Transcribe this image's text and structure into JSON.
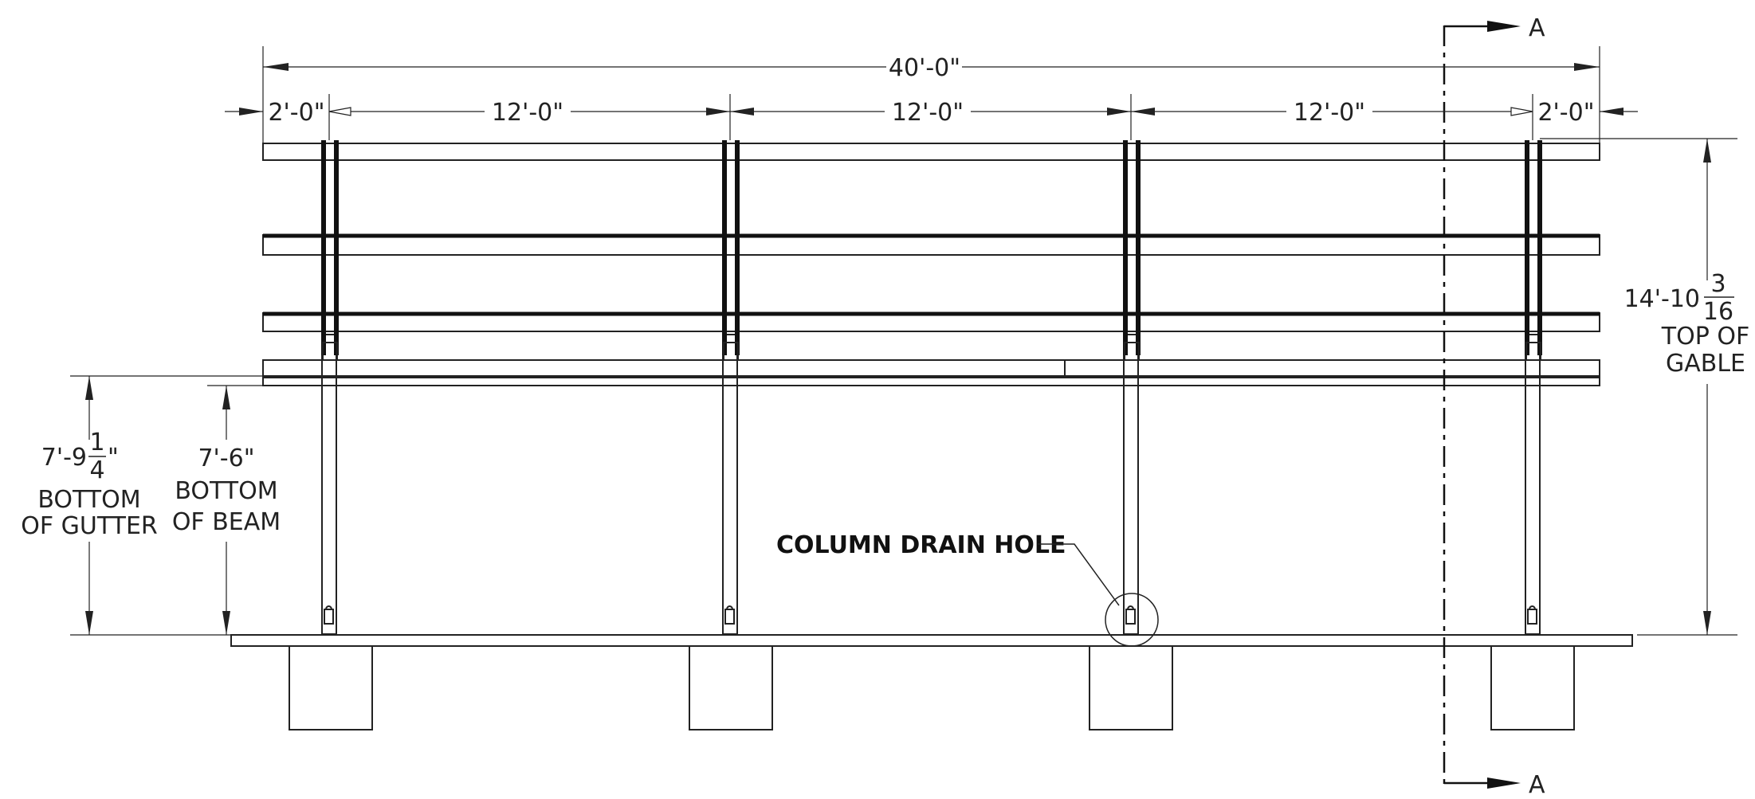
{
  "dimensions": {
    "overall": "40'-0\"",
    "left_overhang": "2'-0\"",
    "bay_1": "12'-0\"",
    "bay_2": "12'-0\"",
    "bay_3": "12'-0\"",
    "right_overhang": "2'-0\""
  },
  "heights": {
    "gable": {
      "whole": "14'-10",
      "num": "3",
      "den": "16",
      "line1": "TOP OF",
      "line2": "GABLE"
    },
    "gutter": {
      "whole": "7'-9",
      "num": "1",
      "den": "4",
      "inch": "\"",
      "line1": "BOTTOM",
      "line2": "OF GUTTER"
    },
    "beam": {
      "value": "7'-6\"",
      "line1": "BOTTOM",
      "line2": "OF BEAM"
    }
  },
  "callout": {
    "label": "COLUMN DRAIN HOLE"
  },
  "section": {
    "top_label": "A",
    "bottom_label": "A"
  }
}
